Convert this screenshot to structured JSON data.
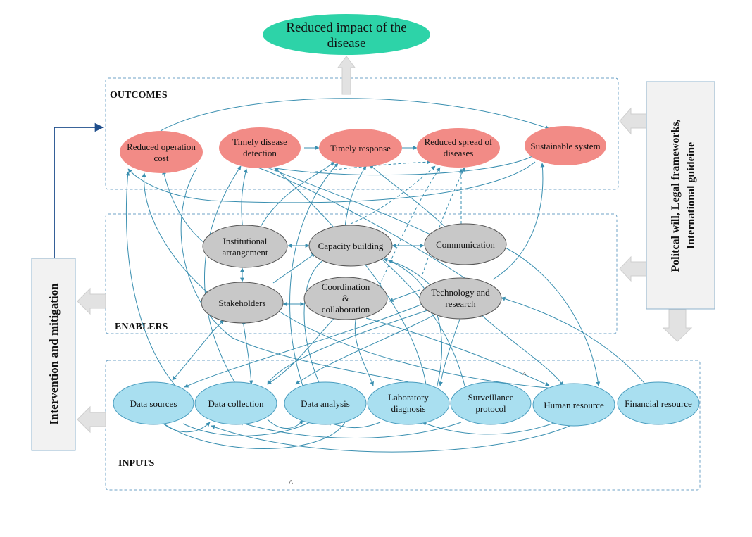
{
  "goal": {
    "line1": "Reduced impact of the",
    "line2": "disease",
    "color": "#2dd3a8"
  },
  "sections": {
    "outcomes": "OUTCOMES",
    "enablers": "ENABLERS",
    "inputs": "INPUTS"
  },
  "side_left": "Intervention and mitigation",
  "side_right": {
    "line1": "Politcal will, Legal frameworks,",
    "line2": "International guideine"
  },
  "outcomes": [
    {
      "id": "reduced-operation-cost",
      "lines": [
        "Reduced operation",
        "cost"
      ]
    },
    {
      "id": "timely-disease-detection",
      "lines": [
        "Timely disease",
        "detection"
      ]
    },
    {
      "id": "timely-response",
      "lines": [
        "Timely response"
      ]
    },
    {
      "id": "reduced-spread-of-diseases",
      "lines": [
        "Reduced spread of",
        "diseases"
      ]
    },
    {
      "id": "sustainable-system",
      "lines": [
        "Sustainable system"
      ]
    }
  ],
  "enablers": [
    {
      "id": "institutional-arrangement",
      "lines": [
        "Institutional",
        "arrangement"
      ]
    },
    {
      "id": "capacity-building",
      "lines": [
        "Capacity building"
      ]
    },
    {
      "id": "communication",
      "lines": [
        "Communication"
      ]
    },
    {
      "id": "stakeholders",
      "lines": [
        "Stakeholders"
      ]
    },
    {
      "id": "coordination-collaboration",
      "lines": [
        "Coordination",
        "&",
        "collaboration"
      ]
    },
    {
      "id": "technology-research",
      "lines": [
        "Technology and",
        "research"
      ]
    }
  ],
  "inputs": [
    {
      "id": "data-sources",
      "lines": [
        "Data sources"
      ]
    },
    {
      "id": "data-collection",
      "lines": [
        "Data collection"
      ]
    },
    {
      "id": "data-analysis",
      "lines": [
        "Data analysis"
      ]
    },
    {
      "id": "laboratory-diagnosis",
      "lines": [
        "Laboratory",
        "diagnosis"
      ]
    },
    {
      "id": "surveillance-protocol",
      "lines": [
        "Surveillance",
        "protocol"
      ]
    },
    {
      "id": "human-resource",
      "lines": [
        "Human resource"
      ]
    },
    {
      "id": "financial-resource",
      "lines": [
        "Financial resource"
      ]
    }
  ],
  "colors": {
    "outcome_fill": "#f28b86",
    "enabler_fill": "#c8c8c8",
    "input_fill": "#a9dff0",
    "arrow": "#3a8fb0",
    "box_border": "#6fa3c7",
    "block_arrow": "#e2e2e2"
  }
}
